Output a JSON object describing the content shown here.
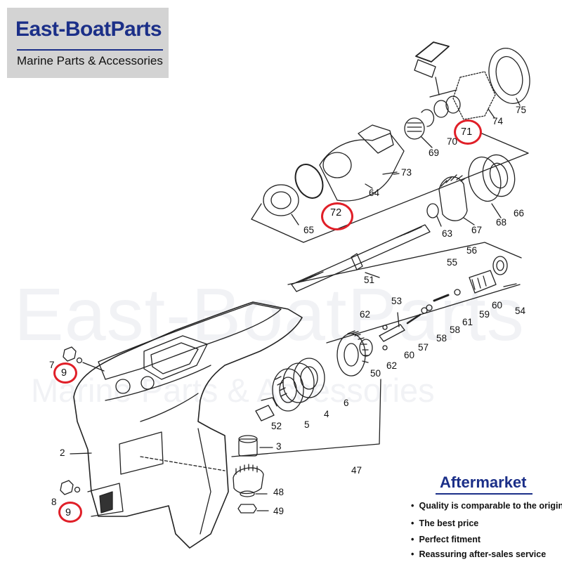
{
  "brand": {
    "name": "East-BoatParts",
    "tagline": "Marine Parts & Accessories",
    "color": "#1b2f88",
    "box_color": "#d3d3d3"
  },
  "watermark": {
    "name": "East-BoatParts",
    "tagline": "Marine Parts & Accessories"
  },
  "highlight_color": "#e01f28",
  "callouts": {
    "c2": "2",
    "c3": "3",
    "c4": "4",
    "c5": "5",
    "c6": "6",
    "c7": "7",
    "c8": "8",
    "c9a": "9",
    "c9b": "9",
    "c47": "47",
    "c48": "48",
    "c49": "49",
    "c50": "50",
    "c51": "51",
    "c52": "52",
    "c53": "53",
    "c54": "54",
    "c55": "55",
    "c56": "56",
    "c57": "57",
    "c58a": "58",
    "c58b": "58",
    "c59": "59",
    "c60a": "60",
    "c60b": "60",
    "c61": "61",
    "c62a": "62",
    "c62b": "62",
    "c63": "63",
    "c64": "64",
    "c65": "65",
    "c66": "66",
    "c67": "67",
    "c68": "68",
    "c69": "69",
    "c70": "70",
    "c71": "71",
    "c72": "72",
    "c73": "73",
    "c74": "74",
    "c75": "75"
  },
  "panel": {
    "heading": "Aftermarket",
    "features": [
      "Quality is comparable to the original",
      "The best price",
      "Perfect fitment",
      "Reassuring after-sales service"
    ],
    "bullet": "•"
  }
}
